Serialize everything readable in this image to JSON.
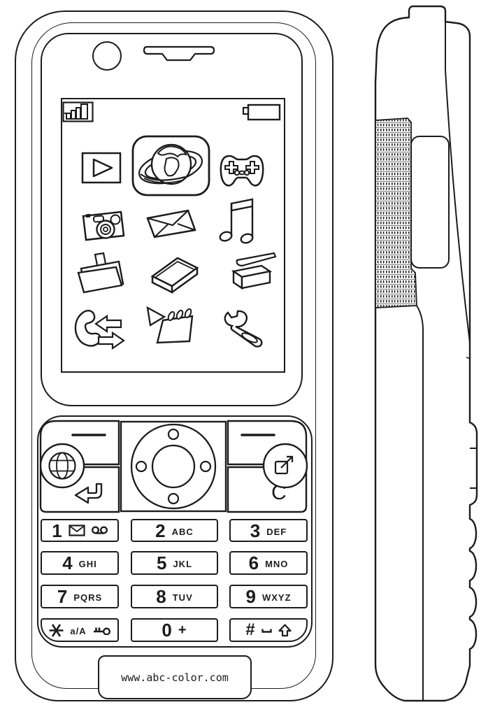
{
  "document": {
    "type": "coloring-page line-art illustration",
    "subject": "mobile phone shown from the front and from the side"
  },
  "colors": {
    "line": "#1c1c1c",
    "background": "#ffffff"
  },
  "front_view": {
    "hardware": {
      "camera": "front-camera-dot",
      "speaker": "earpiece-speaker"
    },
    "status_bar": {
      "left_icon": "signal-strength-bars",
      "right_icon": "battery-outline"
    },
    "app_icons": [
      {
        "name": "media-player"
      },
      {
        "name": "web-browser-globe",
        "selected": true
      },
      {
        "name": "games-controller"
      },
      {
        "name": "camera"
      },
      {
        "name": "messages-envelope"
      },
      {
        "name": "music-notes"
      },
      {
        "name": "file-folder"
      },
      {
        "name": "book"
      },
      {
        "name": "stapler-box"
      },
      {
        "name": "call-log-arrows"
      },
      {
        "name": "notes-pad"
      },
      {
        "name": "tools-wrench"
      }
    ],
    "nav": {
      "left_softkey": "dash-line",
      "right_softkey": "dash-line",
      "browser_key": "globe-icon",
      "back_key": "back-arrow-icon",
      "shortcut_key": "external-link-icon",
      "dpad": "directional-pad",
      "clear_key_label": "C"
    },
    "keypad_keys": [
      {
        "digit": "1",
        "letters": "",
        "icons": "envelope, voicemail"
      },
      {
        "digit": "2",
        "letters": "ABC"
      },
      {
        "digit": "3",
        "letters": "DEF"
      },
      {
        "digit": "4",
        "letters": "GHI"
      },
      {
        "digit": "5",
        "letters": "JKL"
      },
      {
        "digit": "6",
        "letters": "MNO"
      },
      {
        "digit": "7",
        "letters": "PQRS"
      },
      {
        "digit": "8",
        "letters": "TUV"
      },
      {
        "digit": "9",
        "letters": "WXYZ"
      },
      {
        "digit": "*",
        "letters": "a/A",
        "icons": "star, key-lock"
      },
      {
        "digit": "0",
        "letters": "+"
      },
      {
        "digit": "#",
        "letters": "",
        "icons": "hash, dash, shift-arrow"
      }
    ],
    "website_label": "www.abc-color.com"
  },
  "side_view": {
    "features": [
      "top-edge-button",
      "textured-grip-panel",
      "volume-rocker",
      "four-side-keys"
    ]
  }
}
